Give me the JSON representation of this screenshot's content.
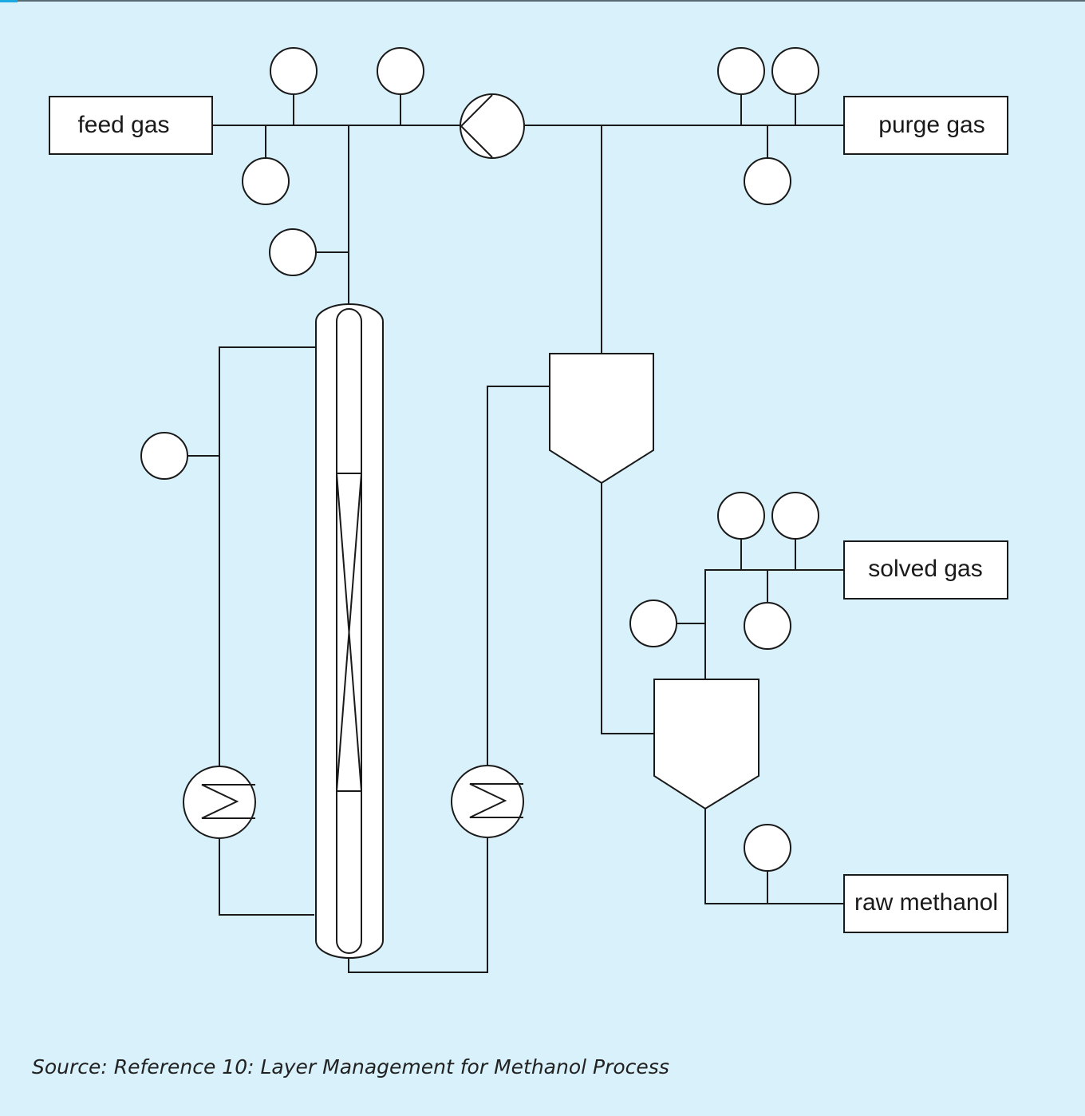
{
  "labels": {
    "feed_gas": "feed gas",
    "purge_gas": "purge gas",
    "solved_gas": "solved gas",
    "raw_methanol": "raw methanol"
  },
  "caption": "Source: Reference 10: Layer Management for Methanol Process",
  "colors": {
    "background": "#d9f1fa",
    "stroke": "#1a1a1a",
    "fill": "#ffffff",
    "accent": "#1aa9e0"
  }
}
